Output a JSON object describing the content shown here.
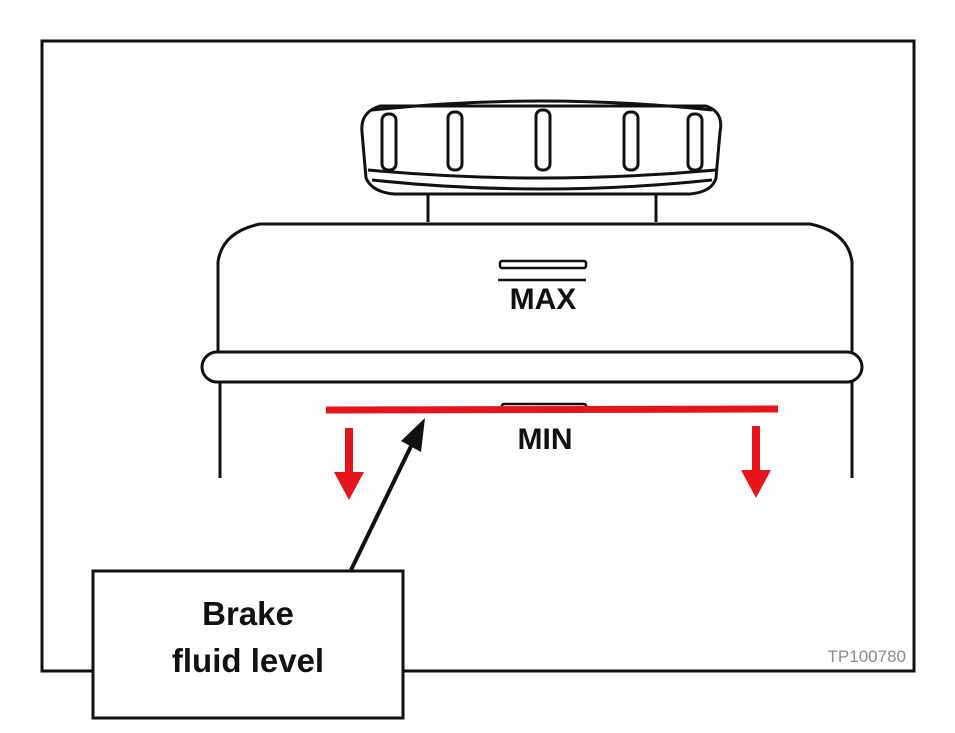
{
  "diagram": {
    "reservoir_labels": {
      "max": "MAX",
      "min": "MIN"
    },
    "callout": {
      "line1": "Brake",
      "line2": "fluid level"
    },
    "figure_code": "TP100780",
    "colors": {
      "outline": "#111111",
      "fluid_level_line": "#e8141c",
      "background": "#ffffff"
    },
    "icons": {
      "drop_arrow": "arrow-down-icon",
      "pointer": "arrow-pointer-icon"
    }
  }
}
